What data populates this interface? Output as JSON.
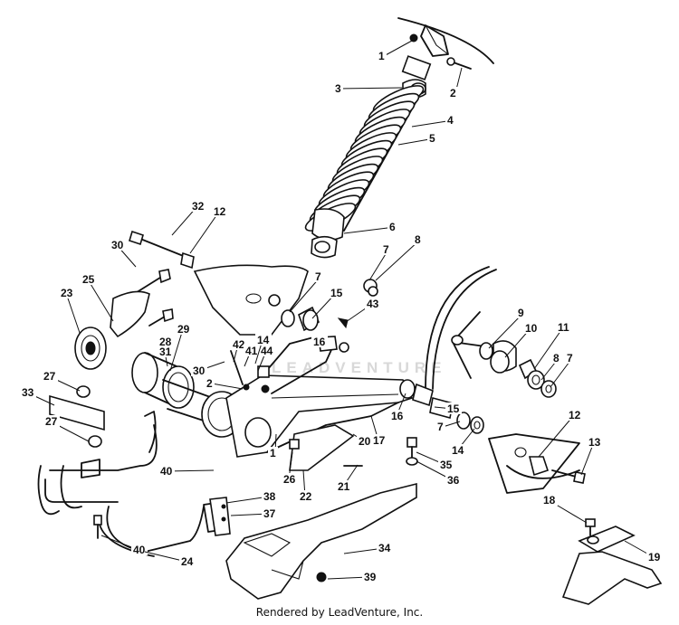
{
  "footer": "Rendered by LeadVenture, Inc.",
  "watermark": "LEADVENTURE",
  "callouts": [
    {
      "label": "1",
      "name": "callout-1-top"
    },
    {
      "label": "2",
      "name": "callout-2-top"
    },
    {
      "label": "3",
      "name": "callout-3"
    },
    {
      "label": "4",
      "name": "callout-4"
    },
    {
      "label": "5",
      "name": "callout-5"
    },
    {
      "label": "6",
      "name": "callout-6"
    },
    {
      "label": "7",
      "name": "callout-7-a"
    },
    {
      "label": "8",
      "name": "callout-8-a"
    },
    {
      "label": "32",
      "name": "callout-32"
    },
    {
      "label": "12",
      "name": "callout-12-a"
    },
    {
      "label": "30",
      "name": "callout-30-a"
    },
    {
      "label": "25",
      "name": "callout-25"
    },
    {
      "label": "23",
      "name": "callout-23"
    },
    {
      "label": "7",
      "name": "callout-7-b"
    },
    {
      "label": "15",
      "name": "callout-15-a"
    },
    {
      "label": "43",
      "name": "callout-43"
    },
    {
      "label": "16",
      "name": "callout-16-a"
    },
    {
      "label": "9",
      "name": "callout-9"
    },
    {
      "label": "10",
      "name": "callout-10"
    },
    {
      "label": "11",
      "name": "callout-11"
    },
    {
      "label": "8",
      "name": "callout-8-b"
    },
    {
      "label": "7",
      "name": "callout-7-c"
    },
    {
      "label": "28",
      "name": "callout-28"
    },
    {
      "label": "31",
      "name": "callout-31"
    },
    {
      "label": "29",
      "name": "callout-29"
    },
    {
      "label": "42",
      "name": "callout-42"
    },
    {
      "label": "41",
      "name": "callout-41"
    },
    {
      "label": "44",
      "name": "callout-44"
    },
    {
      "label": "14",
      "name": "callout-14-a"
    },
    {
      "label": "30",
      "name": "callout-30-b"
    },
    {
      "label": "2",
      "name": "callout-2-b"
    },
    {
      "label": "27",
      "name": "callout-27-a"
    },
    {
      "label": "33",
      "name": "callout-33"
    },
    {
      "label": "27",
      "name": "callout-27-b"
    },
    {
      "label": "16",
      "name": "callout-16-b"
    },
    {
      "label": "15",
      "name": "callout-15-b"
    },
    {
      "label": "7",
      "name": "callout-7-d"
    },
    {
      "label": "14",
      "name": "callout-14-b"
    },
    {
      "label": "12",
      "name": "callout-12-b"
    },
    {
      "label": "13",
      "name": "callout-13"
    },
    {
      "label": "20",
      "name": "callout-20"
    },
    {
      "label": "17",
      "name": "callout-17"
    },
    {
      "label": "35",
      "name": "callout-35"
    },
    {
      "label": "36",
      "name": "callout-36"
    },
    {
      "label": "40",
      "name": "callout-40-a"
    },
    {
      "label": "1",
      "name": "callout-1-b"
    },
    {
      "label": "26",
      "name": "callout-26"
    },
    {
      "label": "22",
      "name": "callout-22"
    },
    {
      "label": "21",
      "name": "callout-21"
    },
    {
      "label": "38",
      "name": "callout-38"
    },
    {
      "label": "37",
      "name": "callout-37"
    },
    {
      "label": "18",
      "name": "callout-18"
    },
    {
      "label": "19",
      "name": "callout-19"
    },
    {
      "label": "34",
      "name": "callout-34"
    },
    {
      "label": "39",
      "name": "callout-39"
    },
    {
      "label": "40",
      "name": "callout-40-b"
    },
    {
      "label": "24",
      "name": "callout-24"
    }
  ]
}
